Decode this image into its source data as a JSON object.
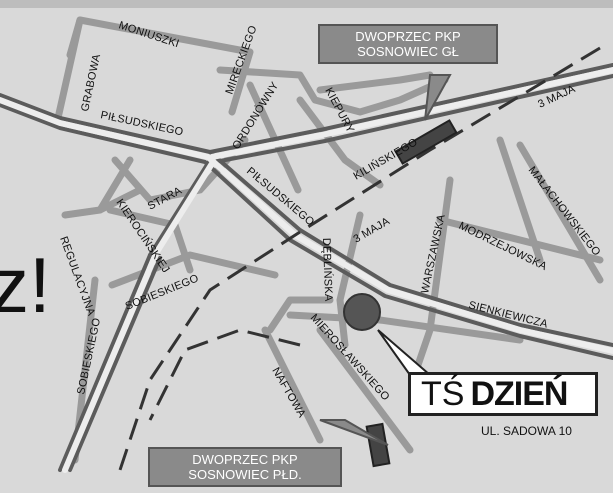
{
  "map": {
    "streets": {
      "moniuszki": "MONIUSZKI",
      "mireckiego": "MIRECKIEGO",
      "grabowa": "GRABOWA",
      "pilsudskiego_1": "PIŁSUDSKIEGO",
      "pilsudskiego_2": "PIŁSUDSKIEGO",
      "ordonowny": "ORDONÓWNY",
      "kiepury": "KIEPURY",
      "kilinskiego": "KILIŃSKIEGO",
      "trzeciego_maja_1": "3 MAJA",
      "trzeciego_maja_2": "3 MAJA",
      "stara": "STARA",
      "kierocinskiej": "KIEROCIŃSKIEJ",
      "regulacyjna": "REGULACYJNA",
      "sobieskiego_1": "SOBIESKIEGO",
      "sobieskiego_2": "SOBIESKIEGO",
      "deblinska": "DĘBLIŃSKA",
      "warszawska": "WARSZAWSKA",
      "modrzejowska": "MODRZEJOWSKA",
      "malachowskiego": "MAŁACHOWSKIEGO",
      "sienkiewicza": "SIENKIEWICZA",
      "naftowa": "NAFTOWA",
      "mieroslawskiego": "MIEROSŁAWSKIEGO"
    },
    "stations": {
      "north": [
        "DWOPRZEC PKP",
        "SOSNOWIEC GŁ"
      ],
      "south": [
        "DWOPRZEC PKP",
        "SOSNOWIEC PŁD."
      ]
    },
    "company": {
      "prefix": "TŚ",
      "name": "DZIEŃ",
      "address": "UL. SADOWA 10"
    },
    "side_text": "z!"
  }
}
